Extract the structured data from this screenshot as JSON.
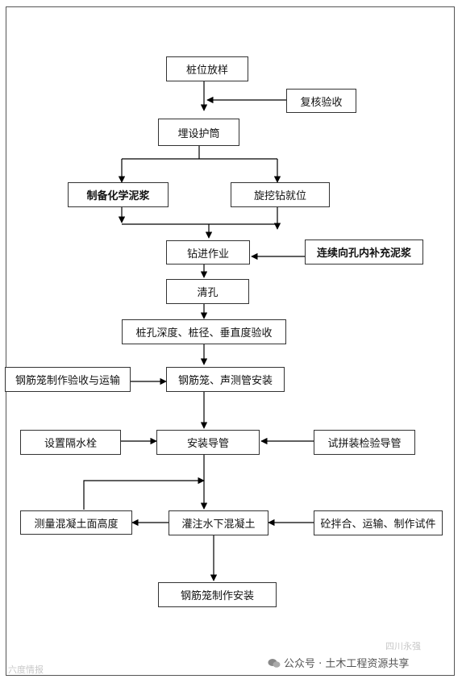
{
  "nodes": {
    "pile_position": "桩位放样",
    "review_accept": "复核验收",
    "bury_casing": "埋设护筒",
    "prepare_mud": "制备化学泥浆",
    "rig_in_place": "旋挖钻就位",
    "drilling": "钻进作业",
    "refill_mud": "连续向孔内补充泥浆",
    "clean_hole": "清孔",
    "hole_check": "桩孔深度、桩径、垂直度验收",
    "cage_accept": "钢筋笼制作验收与运输",
    "cage_install": "钢筋笼、声测管安装",
    "water_plug": "设置隔水栓",
    "tremie_install": "安装导管",
    "tremie_test": "试拼装检验导管",
    "measure_height": "测量混凝土面高度",
    "pour_concrete": "灌注水下混凝土",
    "concrete_mix": "砼拌合、运输、制作试件",
    "cage_final": "钢筋笼制作安装"
  },
  "watermark": {
    "account": "公众号 · 土木工程资源共享",
    "faint_left": "六度情报",
    "faint_right": "四川永强"
  }
}
